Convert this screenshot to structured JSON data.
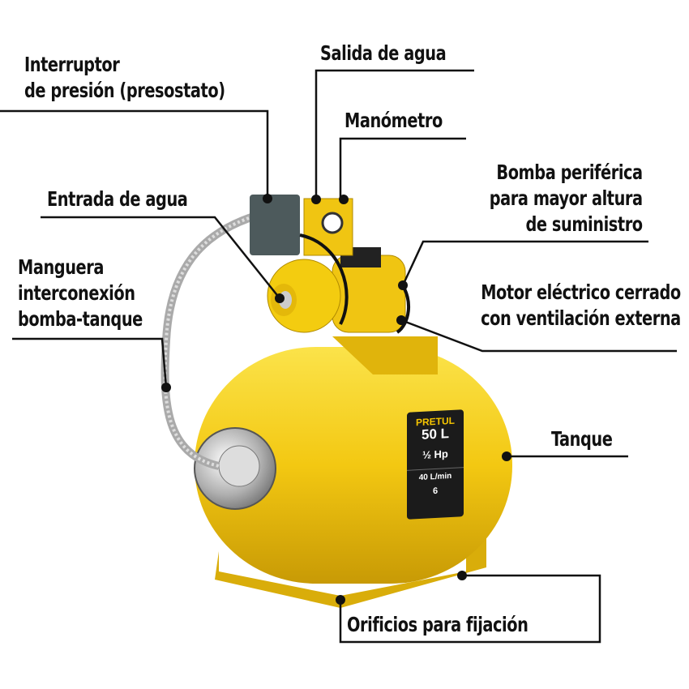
{
  "labels": {
    "pressure_switch": [
      "Interruptor",
      "de presión (presostato)"
    ],
    "water_outlet": "Salida de agua",
    "gauge": "Manómetro",
    "pump": [
      "Bomba periférica",
      "para mayor altura",
      "de suministro"
    ],
    "water_inlet": "Entrada de agua",
    "hose": [
      "Manguera",
      "interconexión",
      "bomba-tanque"
    ],
    "motor": [
      "Motor eléctrico cerrado",
      "con ventilación externa"
    ],
    "tank": "Tanque",
    "mounting_holes": "Orificios para fijación"
  },
  "plate": {
    "brand": "PRETUL",
    "capacity": "50 L",
    "power": "½ Hp",
    "flow": "40 L/min",
    "outlets": "6"
  },
  "colors": {
    "tank": "#f5cf1a",
    "line": "#111111"
  }
}
